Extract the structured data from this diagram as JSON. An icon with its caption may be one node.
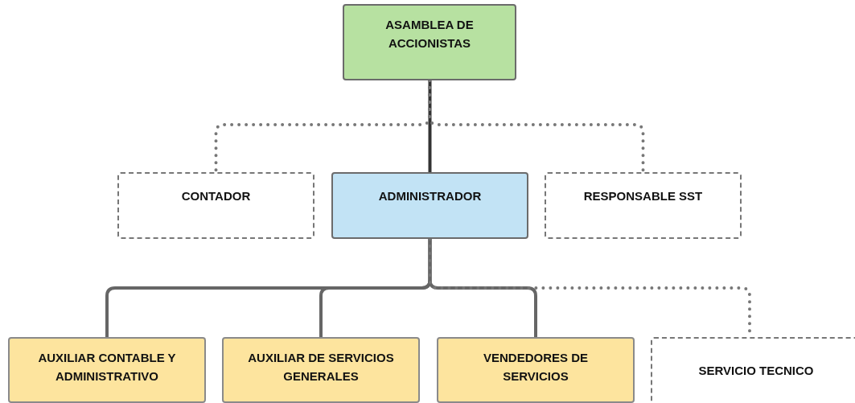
{
  "diagram": {
    "nodes": [
      {
        "text": [
          "ASAMBLEA DE ACCIONISTAS"
        ]
      },
      {
        "text": [
          "CONTADOR"
        ]
      },
      {
        "text": [
          "ADMINISTRADOR"
        ]
      },
      {
        "text": [
          "RESPONSABLE SST"
        ]
      },
      {
        "text": [
          "AUXILIAR CONTABLE Y ADMINISTRATIVO"
        ]
      },
      {
        "text": [
          "AUXILIAR DE SERVICIOS GENERALES"
        ]
      },
      {
        "text": [
          "VENDEDORES DE SERVICIOS"
        ]
      },
      {
        "text": [
          "SERVICIO TECNICO"
        ]
      }
    ],
    "edges": [
      {
        "from": 0,
        "to": 2,
        "arrow": "none",
        "color": "#333333"
      },
      {
        "from": 0,
        "to": 1,
        "arrow": "none",
        "style": "dashed"
      },
      {
        "from": 0,
        "to": 3,
        "arrow": "none",
        "style": "dashed"
      },
      {
        "from": 2,
        "to": 4,
        "arrow": "none"
      },
      {
        "from": 2,
        "to": 5,
        "arrow": "none"
      },
      {
        "from": 2,
        "to": 6,
        "arrow": "none"
      },
      {
        "from": 2,
        "to": 7,
        "arrow": "none",
        "style": "dashed"
      }
    ]
  }
}
